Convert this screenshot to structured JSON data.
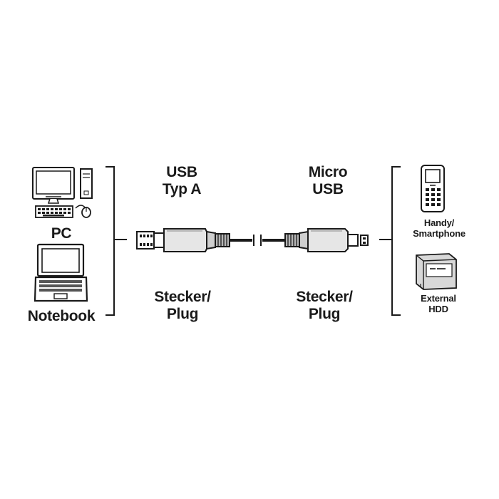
{
  "left_devices": {
    "pc_label": "PC",
    "notebook_label": "Notebook"
  },
  "connector_a": {
    "title_line1": "USB",
    "title_line2": "Typ A",
    "plug_line1": "Stecker/",
    "plug_line2": "Plug"
  },
  "connector_b": {
    "title_line1": "Micro",
    "title_line2": "USB",
    "plug_line1": "Stecker/",
    "plug_line2": "Plug"
  },
  "right_devices": {
    "phone_line1": "Handy/",
    "phone_line2": "Smartphone",
    "hdd_line1": "External",
    "hdd_line2": "HDD"
  },
  "colors": {
    "line": "#1a1a1a",
    "fill_light": "#e6e6e6",
    "fill_mid": "#b5b5b5",
    "background": "#ffffff"
  }
}
